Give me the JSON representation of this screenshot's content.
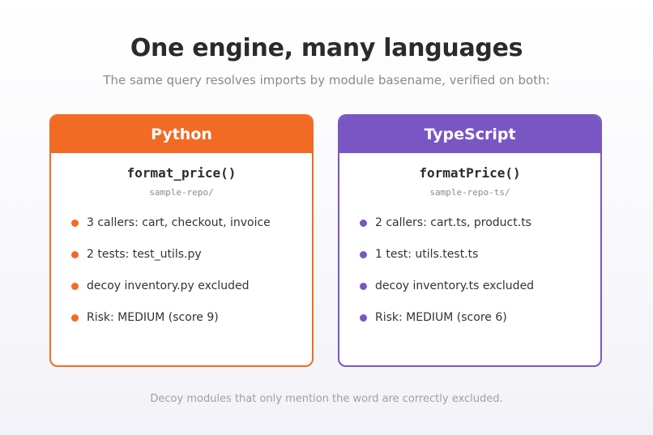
{
  "title": "One engine, many languages",
  "subtitle": "The same query resolves imports by module basename, verified on both:",
  "colors": {
    "python_accent": "#f26b24",
    "typescript_accent": "#7a56c4"
  },
  "cards": {
    "python": {
      "header": "Python",
      "function": "format_price()",
      "repo": "sample-repo/",
      "items": [
        "3 callers: cart, checkout, invoice",
        "2 tests: test_utils.py",
        "decoy inventory.py excluded",
        "Risk: MEDIUM (score 9)"
      ]
    },
    "typescript": {
      "header": "TypeScript",
      "function": "formatPrice()",
      "repo": "sample-repo-ts/",
      "items": [
        "2 callers: cart.ts, product.ts",
        "1 test: utils.test.ts",
        "decoy inventory.ts excluded",
        "Risk: MEDIUM (score 6)"
      ]
    }
  },
  "footer": "Decoy modules that only mention the word are correctly excluded."
}
